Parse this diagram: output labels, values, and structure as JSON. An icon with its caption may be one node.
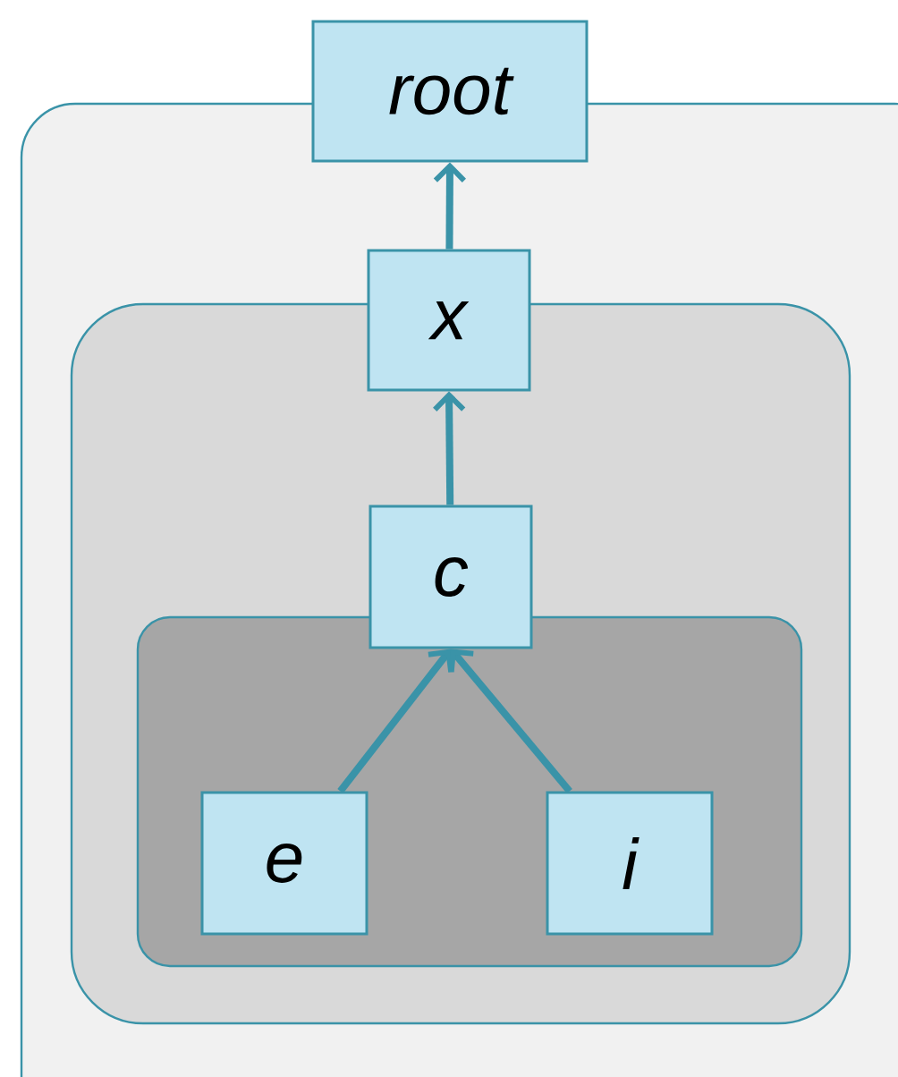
{
  "diagram": {
    "nodes": [
      {
        "text": [
          "root"
        ]
      },
      {
        "text": [],
        "shape": "box"
      },
      {
        "text": [
          "x"
        ],
        "in": 1
      },
      {
        "text": [],
        "shape": "box",
        "in": 1
      },
      {
        "text": [
          "c"
        ],
        "in": 3
      },
      {
        "text": [],
        "shape": "box",
        "in": 3
      },
      {
        "text": [
          "e"
        ],
        "in": 5
      },
      {
        "text": [
          "i"
        ],
        "in": 5
      }
    ],
    "edges": [
      {
        "from": 2,
        "to": 0,
        "arrow": "to"
      },
      {
        "from": 4,
        "to": 2,
        "arrow": "to"
      },
      {
        "from": 6,
        "to": 4,
        "arrow": "to"
      },
      {
        "from": 7,
        "to": 4,
        "arrow": "to"
      }
    ]
  }
}
